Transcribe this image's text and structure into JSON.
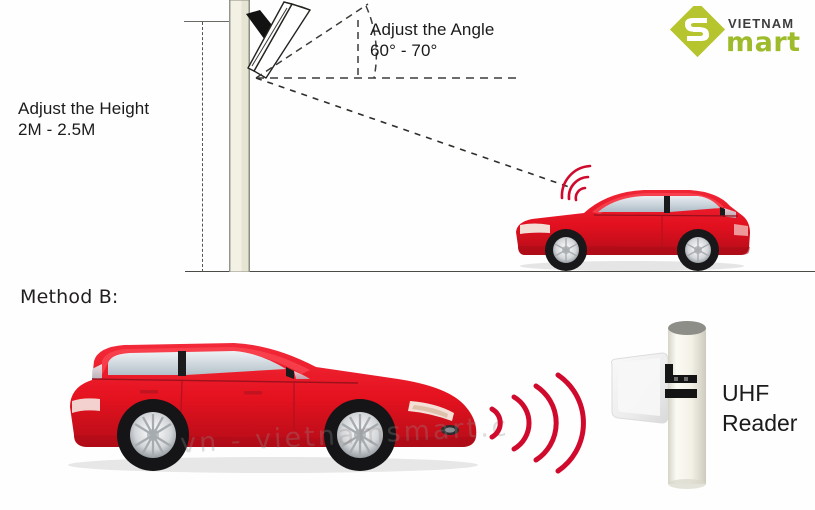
{
  "diagram": {
    "title_hidden": "",
    "background_color": "#fefefe",
    "annotations": {
      "height_label": "Adjust the Height\n2M - 2.5M",
      "angle_label": "Adjust the Angle\n60° - 70°",
      "method_label": "Method B:",
      "reader_label": "UHF\nReader"
    },
    "watermark": "vn - vietnamsmart.c",
    "logo": {
      "brand_top": "Vietnam",
      "brand_bottom": "mart",
      "monogram": "S",
      "diamond_color": "#b6c42e",
      "text_top_color": "#3d3d3d",
      "text_bottom_color": "#9dbb2a"
    },
    "colors": {
      "car_red": "#e8192c",
      "car_red_dark": "#b00d1d",
      "wave_red": "#cf0a2c",
      "pole_cream": "#f2f1e4",
      "line_gray": "#4a4a46",
      "reader_white": "#f5f4ee"
    },
    "method_a": {
      "angle_min": "60°",
      "angle_max": "70°",
      "height_min": "2M",
      "height_max": "2.5M",
      "wave_arc_count": 3
    },
    "method_b": {
      "wave_arc_count": 4,
      "reader_line1": "UHF",
      "reader_line2": "Reader"
    }
  }
}
